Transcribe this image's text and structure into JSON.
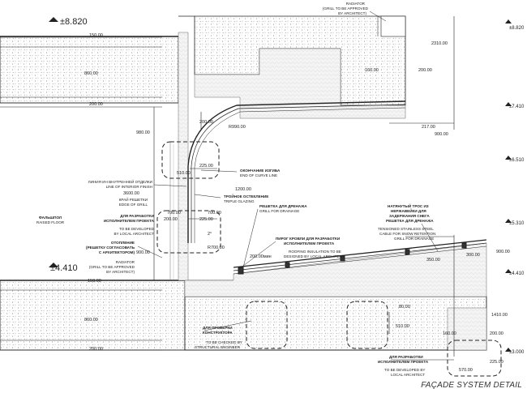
{
  "caption": "FAÇADE SYSTEM DETAIL",
  "levels": {
    "top_left": "±8.820",
    "bottom_left": "±4.410",
    "right_1": "±8.820",
    "right_2": "±7.410",
    "right_3": "±6.510",
    "right_4": "±5.310",
    "right_5": "±4.410",
    "right_6": "±3.000"
  },
  "dims": {
    "d150a": "150.00",
    "d860a": "860.00",
    "d200a": "200.00",
    "d980": "980.00",
    "d3600": "3600.00",
    "d150b": "150.00",
    "d860b": "860.00",
    "d200b": "200.00",
    "d2310": "2310.00",
    "d160a": "160.00",
    "d200c": "200.00",
    "d200_top": "200.00",
    "r990": "R990.00",
    "d217": "217.00",
    "d900a": "900.00",
    "d225a": "225.00",
    "d510a": "510.00",
    "d1200": "1200.00",
    "d700a": "700.00",
    "d700b": "700.00",
    "d200d": "200.00",
    "d225b": "225.00",
    "d2": "2°",
    "d900b": "900.00",
    "r700": "R700.00",
    "d200min": "200.00мин",
    "d350": "350.00",
    "d300": "300.00",
    "d900c": "900.00",
    "d80": "80.00",
    "d510b": "510.00",
    "d1410": "1410.00",
    "d160b": "160.00",
    "d200e": "200.00",
    "d225c": "225.00",
    "d570": "570.00"
  },
  "labels": {
    "radiator_top_ru": "RADIATOR",
    "radiator_top_en1": "(GRILL TO BE APPROVED",
    "radiator_top_en2": "BY ARCHITECT)",
    "finish_ru": "ЛИНИЯ ИН ВНУТРЕННЕЙ ОТДЕЛКИ",
    "finish_en": "LINE OF INTERIOR FINISH",
    "edge_ru": "КРАЙ РЕШЕТКИ",
    "edge_en": "EDGE OF GRILL",
    "dev_ru1": "ДЛЯ РАЗРАБОТКИ",
    "dev_ru2": "ИСПОЛНИТЕЛЕМ ПРОЕКТА",
    "dev_en1": "TO BE DEVELOPED",
    "dev_en2": "BY LOCAL ARCHITECT",
    "heat_ru1": "ОТОПЛЕНИЕ",
    "heat_ru2": "(РЕШЕТКУ СОГЛАСОВАТЬ",
    "heat_ru3": "С АРХИТЕКТОРОМ)",
    "radiator_en1": "RADIATOR",
    "radiator_en2": "(GRILL TO BE APPROVED",
    "radiator_en3": "BY ARCHITECT)",
    "floor_ru": "ФАЛЬШПОЛ",
    "floor_en": "RAISED FLOOR",
    "curve_ru": "ОКОНЧАНИЕ ИЗГИБА",
    "curve_en": "END OF CURVE LINE",
    "glazing_ru": "ТРОЙНОЕ ОСТЕКЛЕНИЕ",
    "glazing_en": "TRIPLE GLAZING",
    "drain_ru": "РЕШЕТКА ДЛЯ ДРЕНАЖА",
    "drain_en": "GRILL FOR DRAINAGE",
    "cable_ru1": "НАТЯНУТЫЙ ТРОС ИЗ",
    "cable_ru2": "НЕРЖАВЕЙКИ ДЛЯ",
    "cable_ru3": "ЗАДЕРЖАНИЯ СНЕГА",
    "cable_ru4": "РЕШЕТКА ДЛЯ ДРЕНАЖА",
    "cable_en1": "TENSIONED STAINLESS STEEL",
    "cable_en2": "CABLE FOR SNOW RETENTION",
    "cable_en3": "GRILL FOR DRAINAGE",
    "roof_ru1": "ПИРОГ КРОВЛИ ДЛЯ РАЗРАБОТКИ",
    "roof_ru2": "ИСПОЛНИТЕЛЕМ ПРОЕКТА",
    "roof_en1": "ROOFING INSULATION TO BE",
    "roof_en2": "DESIGNED BY LOCAL ARCHITECT",
    "check_ru1": "ДЛЯ ПРОВЕРКИ",
    "check_ru2": "КОНСТРУКТОРА",
    "check_en1": "TO BE CHECKED BY",
    "check_en2": "STRUCTURAL ENGINEER",
    "dev2_ru1": "ДЛЯ РАЗРАБОТКИ",
    "dev2_ru2": "ИСПОЛНИТЕЛЕМ ПРОЕКТА",
    "dev2_en1": "TO BE DEVELOPED BY",
    "dev2_en2": "LOCAL ARCHITECT"
  },
  "colors": {
    "line": "#222222",
    "hatch": "#555555",
    "insulation": "#f3f3f3"
  }
}
